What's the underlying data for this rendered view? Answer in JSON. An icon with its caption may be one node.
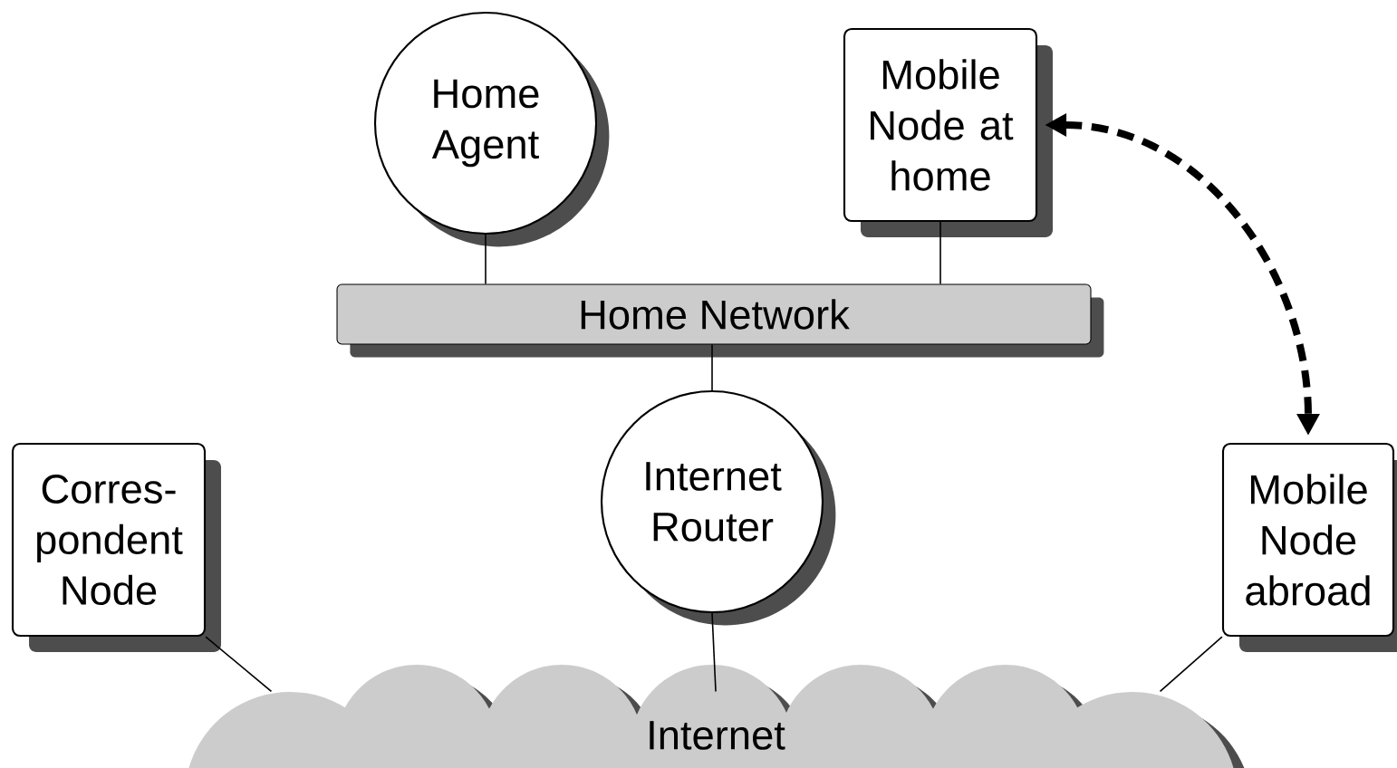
{
  "diagram": {
    "nodes": [
      {
        "text": [
          "Home Agent"
        ]
      },
      {
        "text": [
          "Mobile Node at home"
        ]
      },
      {
        "text": [
          "Home Network"
        ]
      },
      {
        "text": [
          "Corres- pondent Node"
        ]
      },
      {
        "text": [
          "Internet Router"
        ]
      },
      {
        "text": [
          "Mobile Node abroad"
        ]
      },
      {
        "text": [
          "Internet"
        ]
      }
    ],
    "edges": [
      {
        "from": 0,
        "to": 2,
        "arrow": "none"
      },
      {
        "from": 1,
        "to": 2,
        "arrow": "none"
      },
      {
        "from": 2,
        "to": 4,
        "arrow": "none"
      },
      {
        "from": 3,
        "to": 6,
        "arrow": "none"
      },
      {
        "from": 4,
        "to": 6,
        "arrow": "none"
      },
      {
        "from": 5,
        "to": 6,
        "arrow": "none"
      },
      {
        "from": 1,
        "to": 5,
        "arrow": "both",
        "style": "dashed"
      }
    ]
  }
}
